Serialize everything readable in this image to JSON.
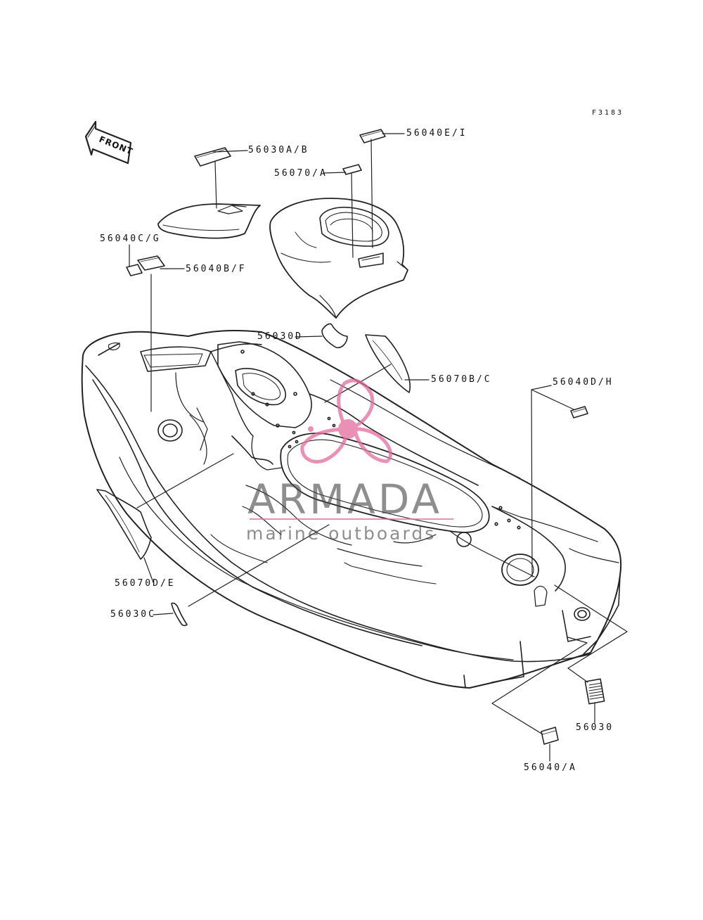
{
  "figure_code": "F3183",
  "front_label": "FRONT",
  "watermark": {
    "title": "ARMADA",
    "subtitle": "marine outboards"
  },
  "callouts": {
    "c1": "56040E/I",
    "c2": "56030A/B",
    "c3": "56070/A",
    "c4": "56040C/G",
    "c5": "56040B/F",
    "c6": "56030D",
    "c7": "56070B/C",
    "c8": "56040D/H",
    "c9": "56070D/E",
    "c10": "56030C",
    "c11": "56030",
    "c12": "56040/A"
  },
  "colors": {
    "line": "#222222",
    "watermark_pink": "#e46b9c",
    "watermark_gray": "#4a4a4a"
  }
}
